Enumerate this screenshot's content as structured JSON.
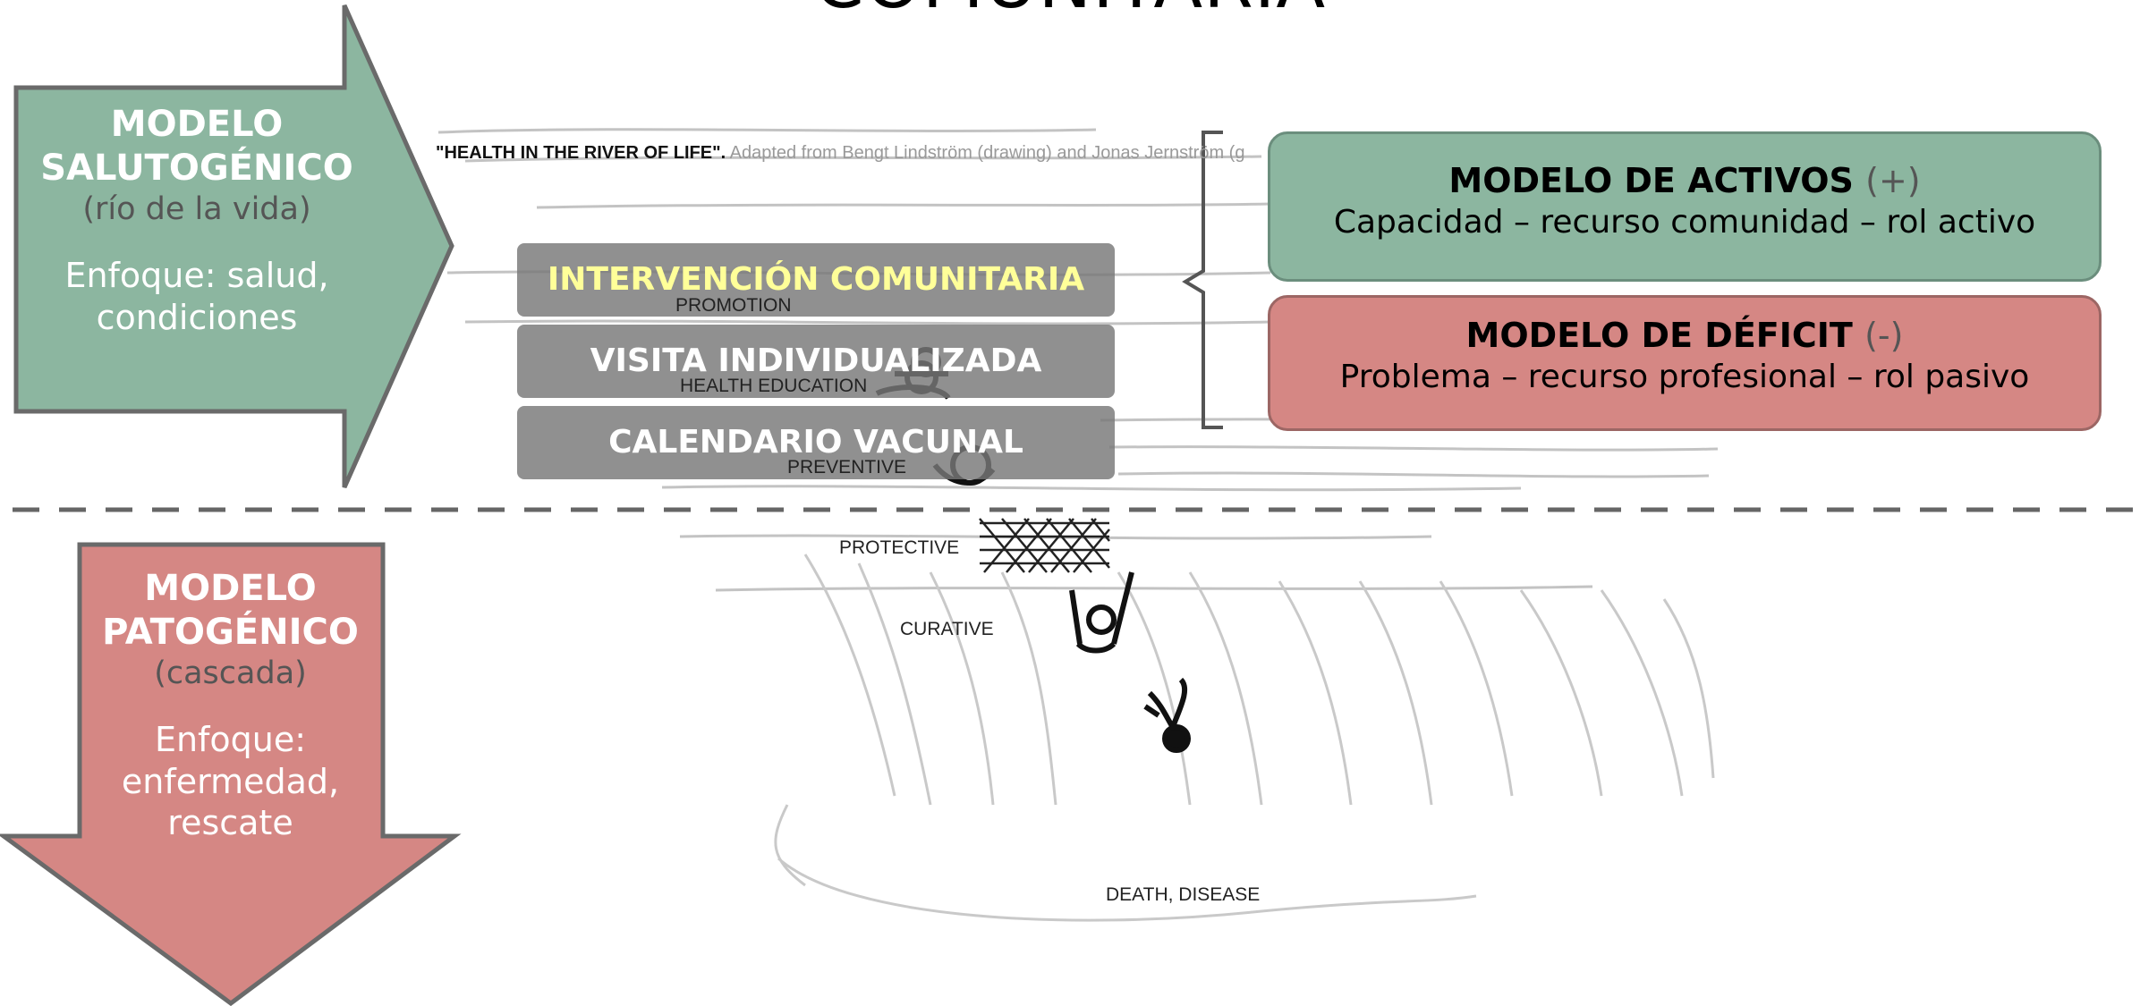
{
  "title": "COMUNITARIA",
  "salutogenic": {
    "heading_line1": "MODELO",
    "heading_line2": "SALUTOGÉNICO",
    "subtitle": "(río de la vida)",
    "focus_line1": "Enfoque: salud,",
    "focus_line2": "condiciones"
  },
  "pathogenic": {
    "heading_line1": "MODELO",
    "heading_line2": "PATOGÉNICO",
    "subtitle": "(cascada)",
    "focus_line1": "Enfoque:",
    "focus_line2": "enfermedad,",
    "focus_line3": "rescate"
  },
  "caption": {
    "bold": "\"HEALTH IN THE RIVER OF LIFE\".",
    "rest": " Adapted from Bengt Lindström (drawing) and Jonas Jernström (g"
  },
  "interventions": [
    {
      "label": "INTERVENCIÓN COMUNITARIA"
    },
    {
      "label": "VISITA INDIVIDUALIZADA"
    },
    {
      "label": "CALENDARIO VACUNAL"
    }
  ],
  "river_labels": {
    "promotion": "PROMOTION",
    "health_education": "HEALTH EDUCATION",
    "preventive": "PREVENTIVE",
    "protective": "PROTECTIVE",
    "curative": "CURATIVE",
    "death": "DEATH, DISEASE"
  },
  "assets_model": {
    "title": "MODELO DE ACTIVOS",
    "sign": "(+)",
    "description": "Capacidad – recurso comunidad – rol activo"
  },
  "deficit_model": {
    "title": "MODELO DE DÉFICIT",
    "sign": "(-)",
    "description": "Problema – recurso profesional – rol pasivo"
  },
  "colors": {
    "green": "#8cb6a0",
    "red": "#d58784",
    "gray_bar": "#787878",
    "yellow_text": "#ffff99"
  }
}
